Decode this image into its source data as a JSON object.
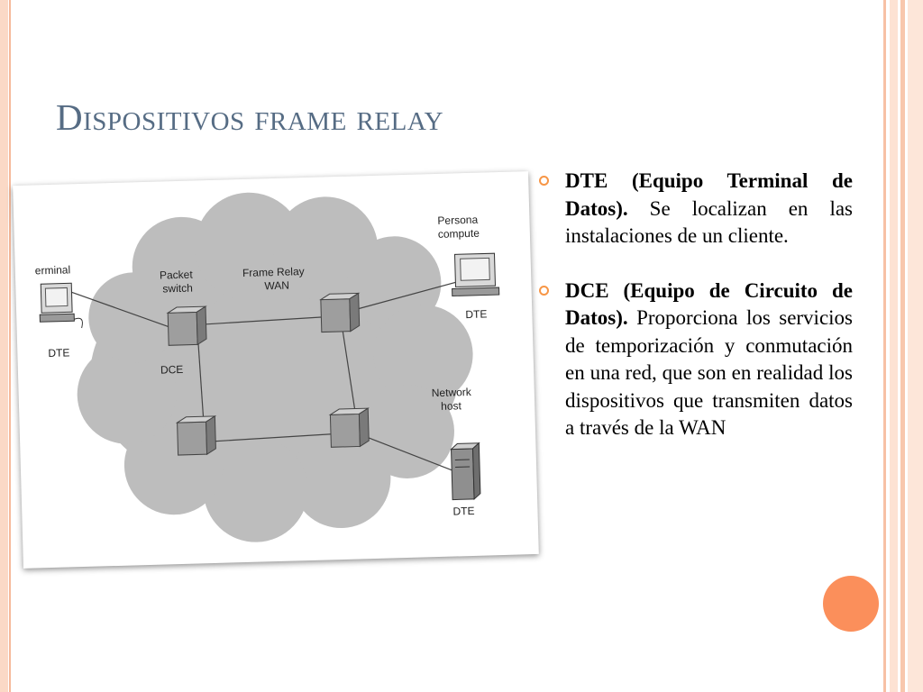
{
  "slide": {
    "title": "Dispositivos frame relay"
  },
  "diagram": {
    "labels": {
      "terminal": "erminal",
      "personal_computer_1": "Persona",
      "personal_computer_2": "compute",
      "packet_switch_1": "Packet",
      "packet_switch_2": "switch",
      "frame_relay_1": "Frame Relay",
      "frame_relay_2": "WAN",
      "dte_terminal": "DTE",
      "dte_pc": "DTE",
      "dce": "DCE",
      "network_host_1": "Network",
      "network_host_2": "host",
      "dte_host": "DTE"
    }
  },
  "bullets": [
    {
      "term": "DTE (Equipo Terminal de Datos).",
      "text": " Se localizan en las instalaciones de un cliente."
    },
    {
      "term": "DCE (Equipo de Circuito de Datos).",
      "text": " Proporciona los servicios de temporización y conmutación en una red, que son en realidad los dispositivos que transmiten datos a través de la WAN"
    }
  ],
  "colors": {
    "title": "#566c84",
    "bullet_accent": "#f79646",
    "accent_circle": "#fb8f5b",
    "frame_stripe": "#fbd9c6"
  }
}
